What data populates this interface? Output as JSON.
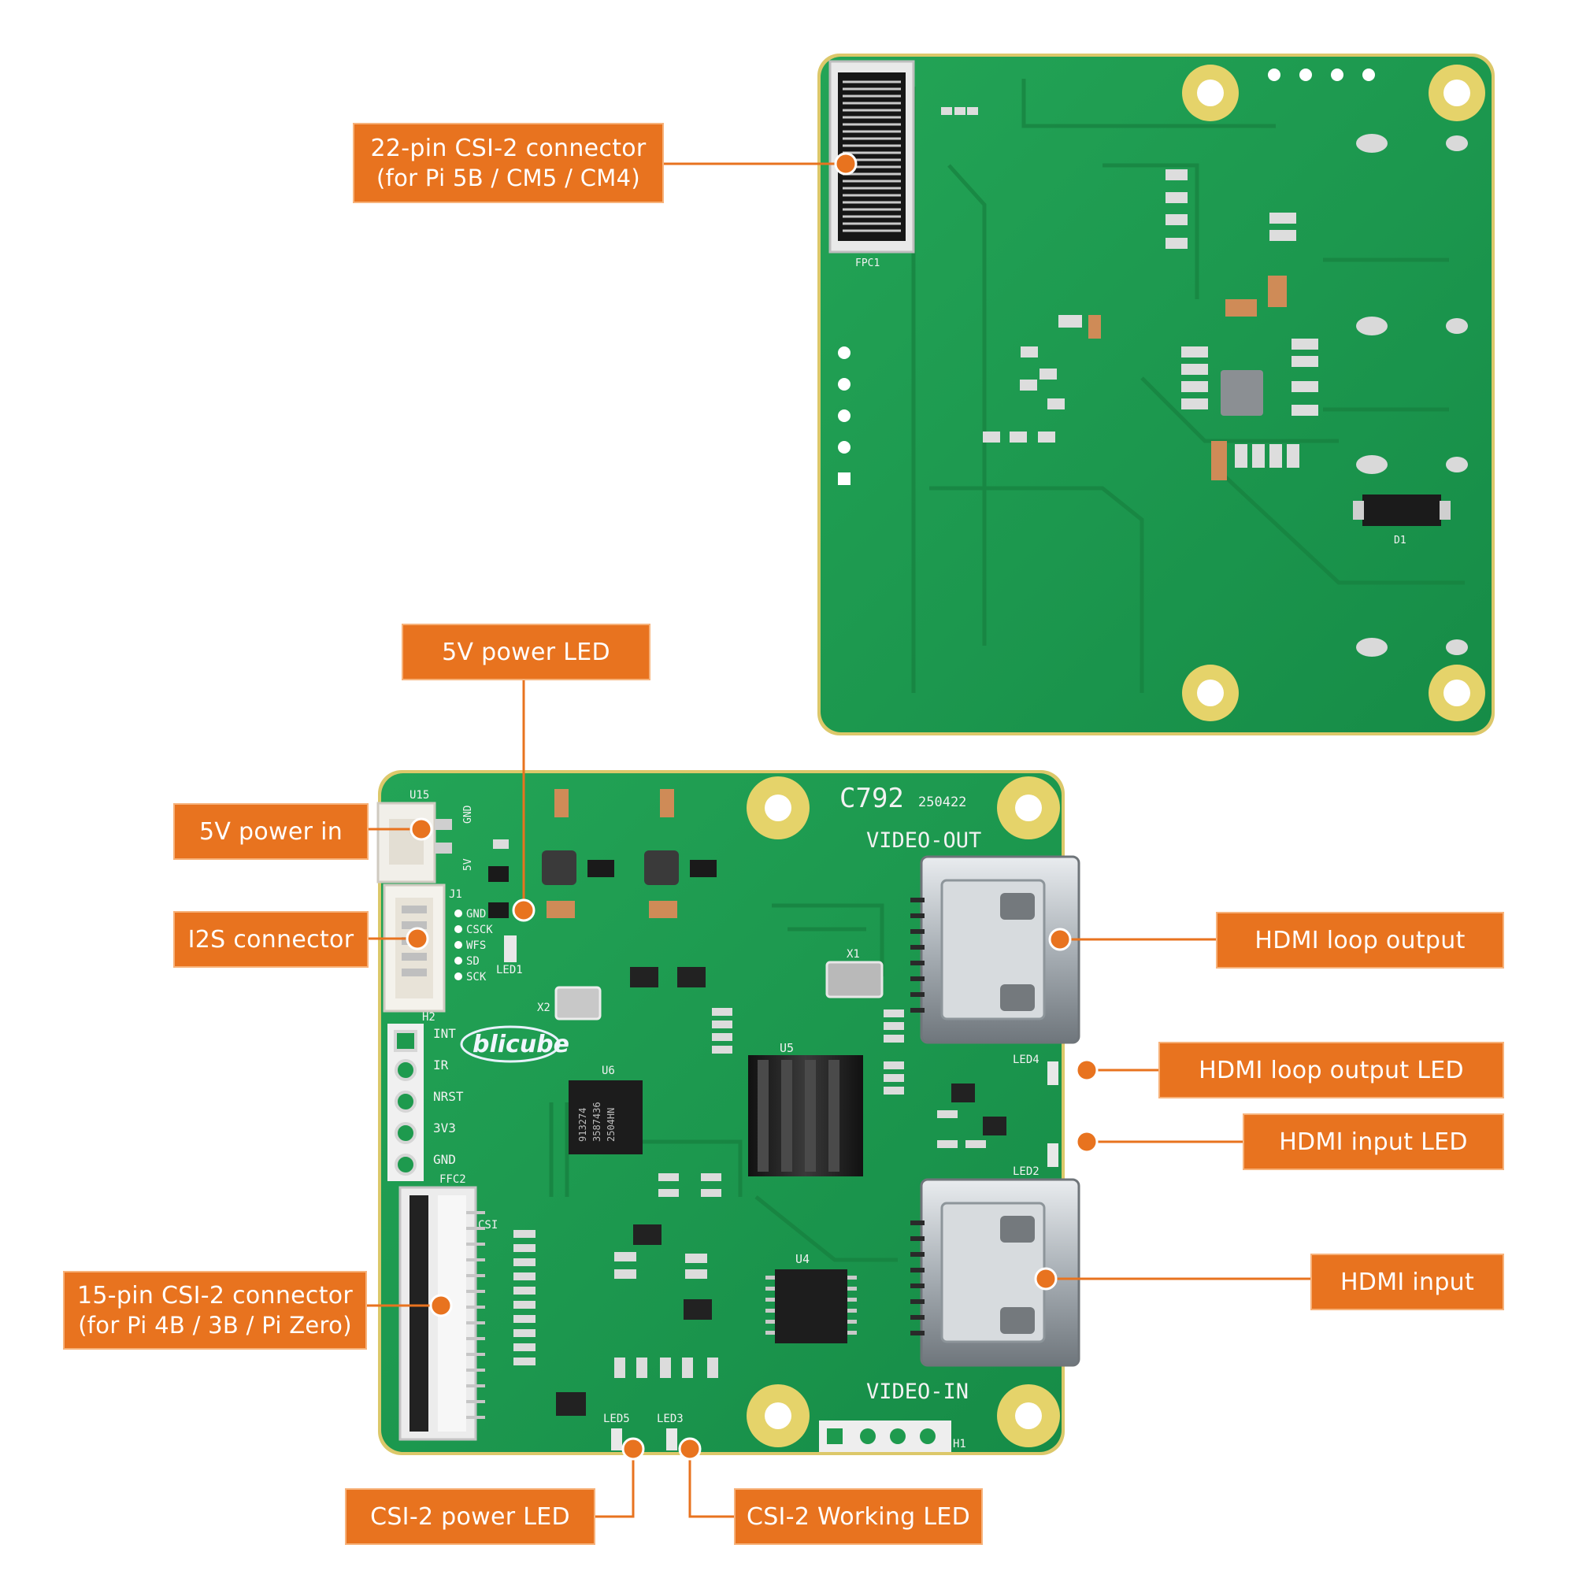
{
  "callouts": {
    "csi22": {
      "line1": "22-pin CSI-2 connector",
      "line2": "(for Pi 5B / CM5 / CM4)"
    },
    "power_led_5v": "5V power LED",
    "power_in_5v": "5V power in",
    "i2s": "I2S connector",
    "csi15": {
      "line1": "15-pin CSI-2 connector",
      "line2": "(for Pi 4B / 3B / Pi Zero)"
    },
    "csi_power_led": "CSI-2 power LED",
    "csi_working_led": "CSI-2 Working LED",
    "hdmi_loop_out": "HDMI loop output",
    "hdmi_loop_led": "HDMI loop output LED",
    "hdmi_input_led": "HDMI input LED",
    "hdmi_input": "HDMI input"
  },
  "board": {
    "model": "C792",
    "date": "250422",
    "video_out": "VIDEO-OUT",
    "video_in": "VIDEO-IN",
    "brand": "blicube",
    "header_pins": [
      "INT",
      "IR",
      "NRST",
      "3V3",
      "GND"
    ],
    "i2s_pins": [
      "GND",
      "CSCK",
      "WFS",
      "SD",
      "SCK"
    ],
    "labels": {
      "u15": "U15",
      "j1": "J1",
      "h2": "H2",
      "h1": "H1",
      "ffc2": "FFC2",
      "csi": "CSI",
      "u5": "U5",
      "u4": "U4",
      "u6": "U6",
      "x1": "X1",
      "x2": "X2",
      "led1": "LED1",
      "led2": "LED2",
      "led3": "LED3",
      "led4": "LED4",
      "led5": "LED5",
      "fpc1": "FPC1",
      "d1": "D1"
    }
  },
  "colors": {
    "pcb": "#1E9A4E",
    "pcb_dark": "#148543",
    "callout": "#E8731F",
    "pad": "#E5D36A"
  }
}
